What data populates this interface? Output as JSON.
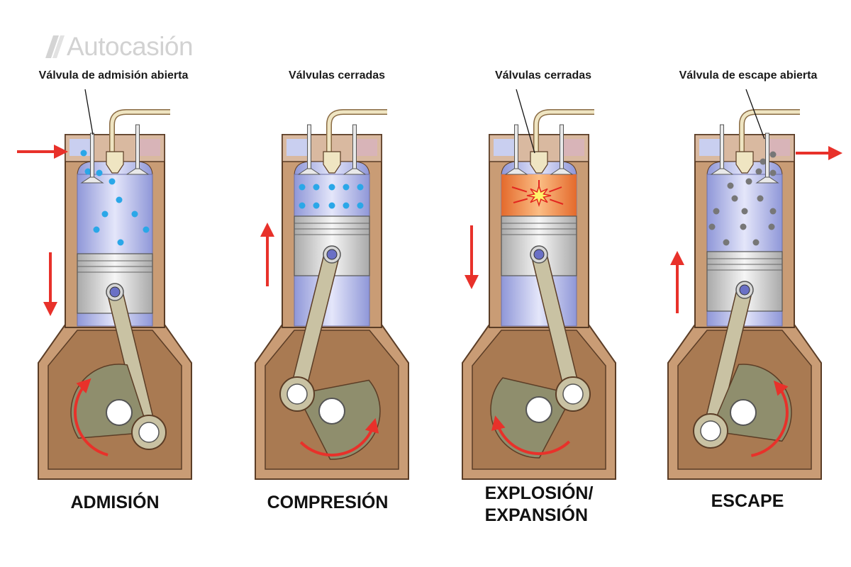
{
  "watermark": {
    "brand": "Autocasión"
  },
  "colors": {
    "crankcase": "#a97a52",
    "wall": "#c99c75",
    "outline": "#5b3d26",
    "cylinder": "#b7bde6",
    "piston": "#dcdcdc",
    "rod": "#c9c2a3",
    "crank_disc": "#8f8e6d",
    "arrow": "#e8312a",
    "intake_dot": "#2aa7e8",
    "exhaust_dot": "#777777",
    "valve_cap": "#efe5c2",
    "explosion": "#f48a4e"
  },
  "stages": [
    {
      "key": "admision",
      "label": "Válvula de admisión abierta",
      "title_lines": [
        "ADMISIÓN"
      ]
    },
    {
      "key": "compresion",
      "label": "Válvulas cerradas",
      "title_lines": [
        "COMPRESIÓN"
      ]
    },
    {
      "key": "explosion",
      "label": "Válvulas cerradas",
      "title_lines": [
        "EXPLOSIÓN/",
        "EXPANSIÓN"
      ]
    },
    {
      "key": "escape",
      "label": "Válvula de escape abierta",
      "title_lines": [
        "ESCAPE"
      ]
    }
  ]
}
